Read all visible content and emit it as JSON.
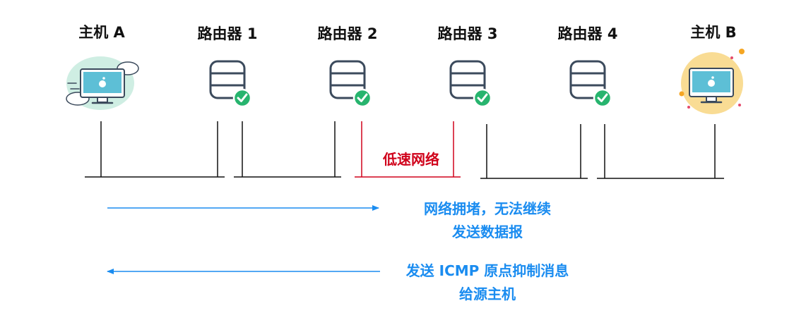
{
  "colors": {
    "text": "#111111",
    "line": "#111111",
    "slow_network": "#d0021b",
    "message": "#1a8cf0",
    "check_badge": "#27b46e",
    "server_stroke": "#3b4a5c",
    "monitor_screen": "#5dbfd6",
    "host_a_cloud": "#cfeee3",
    "host_b_sun": "#f9dc94"
  },
  "nodes": [
    {
      "id": "host-a",
      "label": "主机 A",
      "kind": "host",
      "icon": "monitor-icon"
    },
    {
      "id": "router-1",
      "label": "路由器 1",
      "kind": "router",
      "icon": "database-icon"
    },
    {
      "id": "router-2",
      "label": "路由器 2",
      "kind": "router",
      "icon": "database-icon"
    },
    {
      "id": "router-3",
      "label": "路由器 3",
      "kind": "router",
      "icon": "database-icon"
    },
    {
      "id": "router-4",
      "label": "路由器 4",
      "kind": "router",
      "icon": "database-icon"
    },
    {
      "id": "host-b",
      "label": "主机 B",
      "kind": "host",
      "icon": "monitor-icon"
    }
  ],
  "links": [
    {
      "id": "link-1",
      "label": ""
    },
    {
      "id": "link-2",
      "label": ""
    },
    {
      "id": "link-3",
      "label": "低速网络",
      "slow": true
    },
    {
      "id": "link-4",
      "label": ""
    },
    {
      "id": "link-5",
      "label": ""
    }
  ],
  "messages": [
    {
      "id": "congestion-message",
      "direction": "right",
      "lines": [
        "网络拥堵，无法继续",
        "发送数据报"
      ]
    },
    {
      "id": "icmp-message",
      "direction": "left",
      "lines": [
        "发送 ICMP 原点抑制消息",
        "给源主机"
      ]
    }
  ]
}
